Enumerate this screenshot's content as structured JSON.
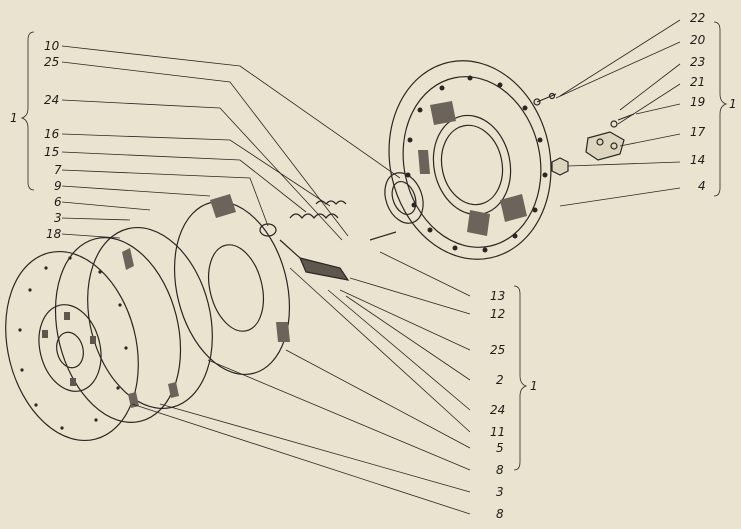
{
  "colors": {
    "paper": "#e9e3cf",
    "ink": "#2a2723",
    "shade": "#6b645a"
  },
  "groups": {
    "left": "1",
    "top_right": "1",
    "bottom_right": "1"
  },
  "labels": {
    "l_10": "10",
    "l_25a": "25",
    "l_24a": "24",
    "l_16": "16",
    "l_15": "15",
    "l_7": "7",
    "l_9": "9",
    "l_6": "6",
    "l_3a": "3",
    "l_18": "18",
    "r_22": "22",
    "r_20": "20",
    "r_23": "23",
    "r_21": "21",
    "r_19": "19",
    "r_17": "17",
    "r_14": "14",
    "r_4": "4",
    "b_13": "13",
    "b_12": "12",
    "b_25": "25",
    "b_2": "2",
    "b_24": "24",
    "b_11": "11",
    "b_5": "5",
    "b_8a": "8",
    "b_3": "3",
    "b_8b": "8"
  }
}
